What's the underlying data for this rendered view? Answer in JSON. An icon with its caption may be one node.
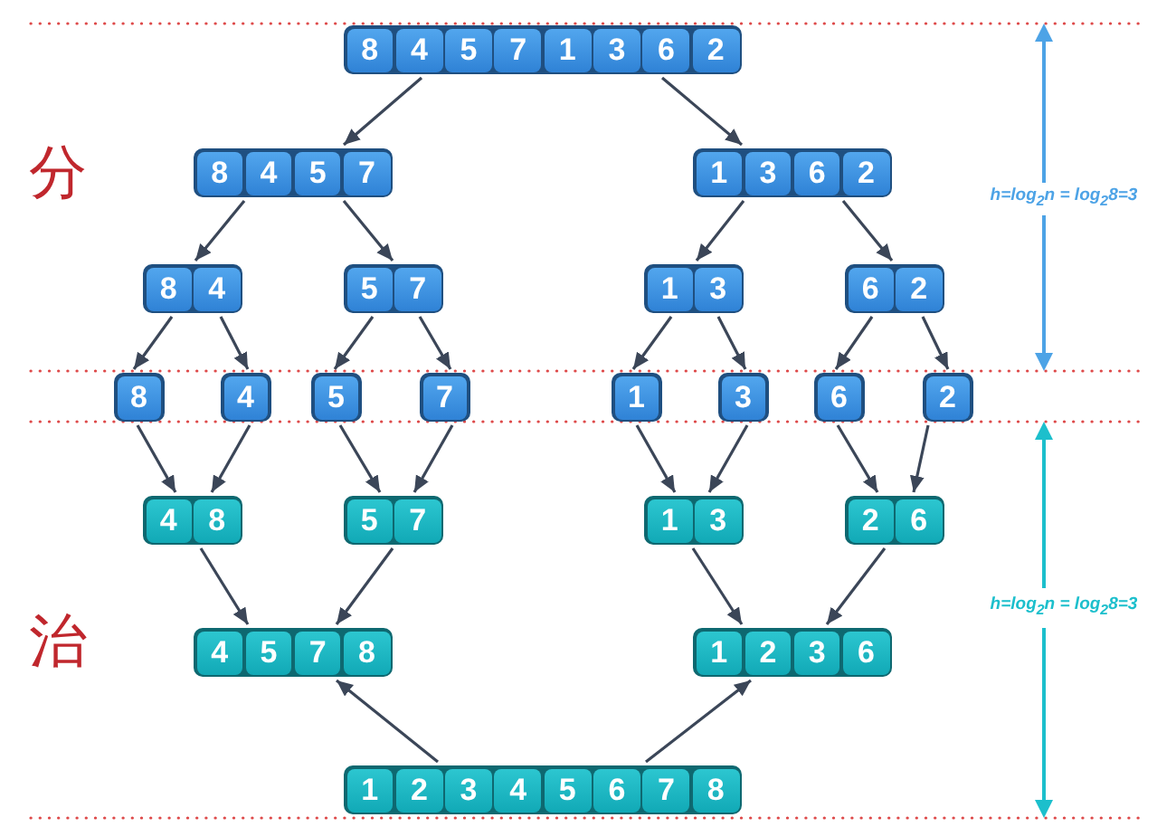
{
  "diagram": {
    "nodes": [
      {
        "text": [
          "8",
          "4",
          "5",
          "7",
          "1",
          "3",
          "6",
          "2"
        ]
      },
      {
        "text": [
          "8",
          "4",
          "5",
          "7"
        ]
      },
      {
        "text": [
          "1",
          "3",
          "6",
          "2"
        ]
      },
      {
        "text": [
          "8",
          "4"
        ]
      },
      {
        "text": [
          "5",
          "7"
        ]
      },
      {
        "text": [
          "1",
          "3"
        ]
      },
      {
        "text": [
          "6",
          "2"
        ]
      },
      {
        "text": [
          "8"
        ]
      },
      {
        "text": [
          "4"
        ]
      },
      {
        "text": [
          "5"
        ]
      },
      {
        "text": [
          "7"
        ]
      },
      {
        "text": [
          "1"
        ]
      },
      {
        "text": [
          "3"
        ]
      },
      {
        "text": [
          "6"
        ]
      },
      {
        "text": [
          "2"
        ]
      },
      {
        "text": [
          "4",
          "8"
        ]
      },
      {
        "text": [
          "5",
          "7"
        ]
      },
      {
        "text": [
          "1",
          "3"
        ]
      },
      {
        "text": [
          "2",
          "6"
        ]
      },
      {
        "text": [
          "4",
          "5",
          "7",
          "8"
        ]
      },
      {
        "text": [
          "1",
          "2",
          "3",
          "6"
        ]
      },
      {
        "text": [
          "1",
          "2",
          "3",
          "4",
          "5",
          "6",
          "7",
          "8"
        ]
      }
    ],
    "edges": [
      {
        "from": 0,
        "to": 1,
        "arrow": "to"
      },
      {
        "from": 0,
        "to": 2,
        "arrow": "to"
      },
      {
        "from": 1,
        "to": 3,
        "arrow": "to"
      },
      {
        "from": 1,
        "to": 4,
        "arrow": "to"
      },
      {
        "from": 2,
        "to": 5,
        "arrow": "to"
      },
      {
        "from": 2,
        "to": 6,
        "arrow": "to"
      },
      {
        "from": 3,
        "to": 7,
        "arrow": "to"
      },
      {
        "from": 3,
        "to": 8,
        "arrow": "to"
      },
      {
        "from": 4,
        "to": 9,
        "arrow": "to"
      },
      {
        "from": 4,
        "to": 10,
        "arrow": "to"
      },
      {
        "from": 5,
        "to": 11,
        "arrow": "to"
      },
      {
        "from": 5,
        "to": 12,
        "arrow": "to"
      },
      {
        "from": 6,
        "to": 13,
        "arrow": "to"
      },
      {
        "from": 6,
        "to": 14,
        "arrow": "to"
      },
      {
        "from": 7,
        "to": 15,
        "arrow": "to"
      },
      {
        "from": 8,
        "to": 15,
        "arrow": "to"
      },
      {
        "from": 9,
        "to": 16,
        "arrow": "to"
      },
      {
        "from": 10,
        "to": 16,
        "arrow": "to"
      },
      {
        "from": 11,
        "to": 17,
        "arrow": "to"
      },
      {
        "from": 12,
        "to": 17,
        "arrow": "to"
      },
      {
        "from": 13,
        "to": 18,
        "arrow": "to"
      },
      {
        "from": 14,
        "to": 18,
        "arrow": "to"
      },
      {
        "from": 15,
        "to": 19,
        "arrow": "to"
      },
      {
        "from": 16,
        "to": 19,
        "arrow": "to"
      },
      {
        "from": 17,
        "to": 20,
        "arrow": "to"
      },
      {
        "from": 18,
        "to": 20,
        "arrow": "to"
      },
      {
        "from": 21,
        "to": 19,
        "arrow": "to"
      },
      {
        "from": 21,
        "to": 20,
        "arrow": "to"
      }
    ],
    "labels": [
      "分",
      "h=log$_{2}$n = log$_{2}$8=3",
      "h=log$_{2}$n = log$_{2}$8=3",
      "治"
    ]
  }
}
